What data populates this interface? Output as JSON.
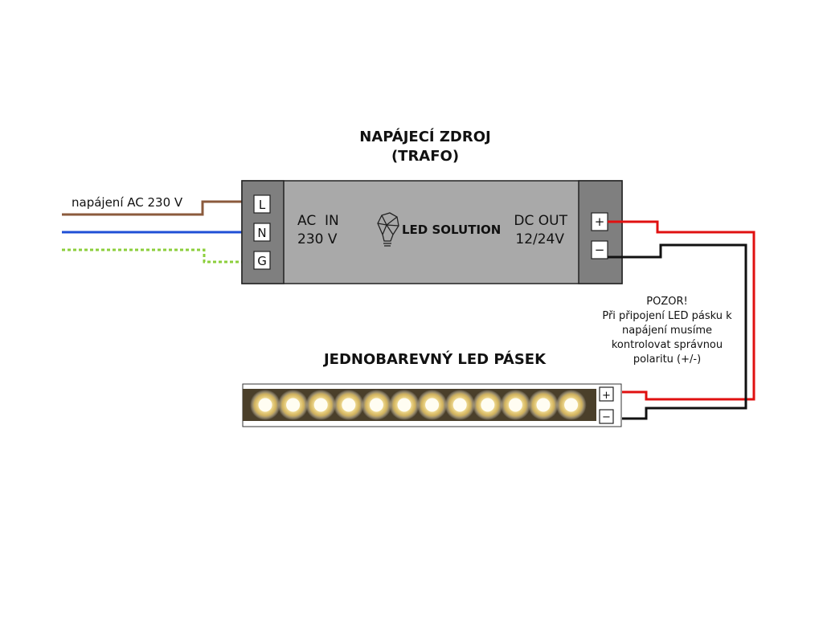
{
  "power_supply": {
    "title_line1": "NAPÁJECÍ ZDROJ",
    "title_line2": "(TRAFO)",
    "input_label_line1": "AC  IN",
    "input_label_line2": "230 V",
    "output_label_line1": "DC OUT",
    "output_label_line2": "12/24V",
    "brand": "LED SOLUTION",
    "input_terminals": [
      "L",
      "N",
      "G"
    ],
    "output_terminals": [
      "+",
      "−"
    ]
  },
  "mains": {
    "label": "napájení AC 230 V"
  },
  "warning": {
    "lines": [
      "POZOR!",
      "Při připojení LED pásku k",
      "napájení musíme",
      "kontrolovat správnou",
      "polaritu (+/-)"
    ]
  },
  "led_strip": {
    "title": "JEDNOBAREVNÝ LED PÁSEK",
    "terminals": [
      "+",
      "−"
    ]
  },
  "colors": {
    "psu_body": "#a9a9a9",
    "psu_terminal_block": "#7f7f7f",
    "wire_live": "#8b5a3c",
    "wire_neutral": "#1f4fd6",
    "wire_ground": "#8ccf3c",
    "wire_positive": "#e01010",
    "wire_negative": "#111111",
    "led_glow": "#f4dc8a"
  }
}
